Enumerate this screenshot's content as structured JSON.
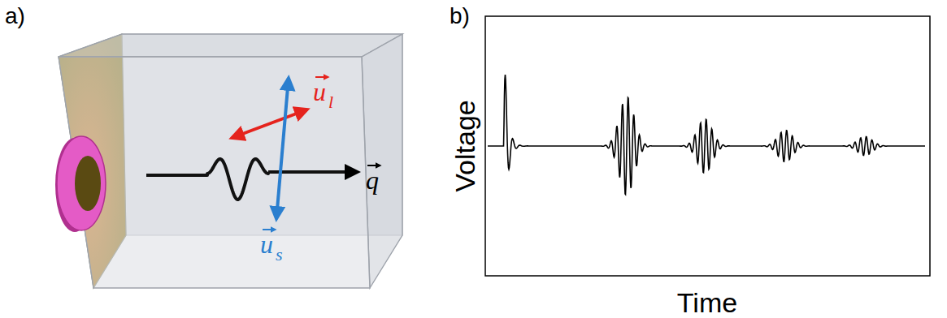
{
  "diagram": {
    "labels": [
      "a)",
      "b)",
      "u",
      "l",
      "u",
      "s",
      "q",
      "Voltage",
      "Time"
    ]
  }
}
